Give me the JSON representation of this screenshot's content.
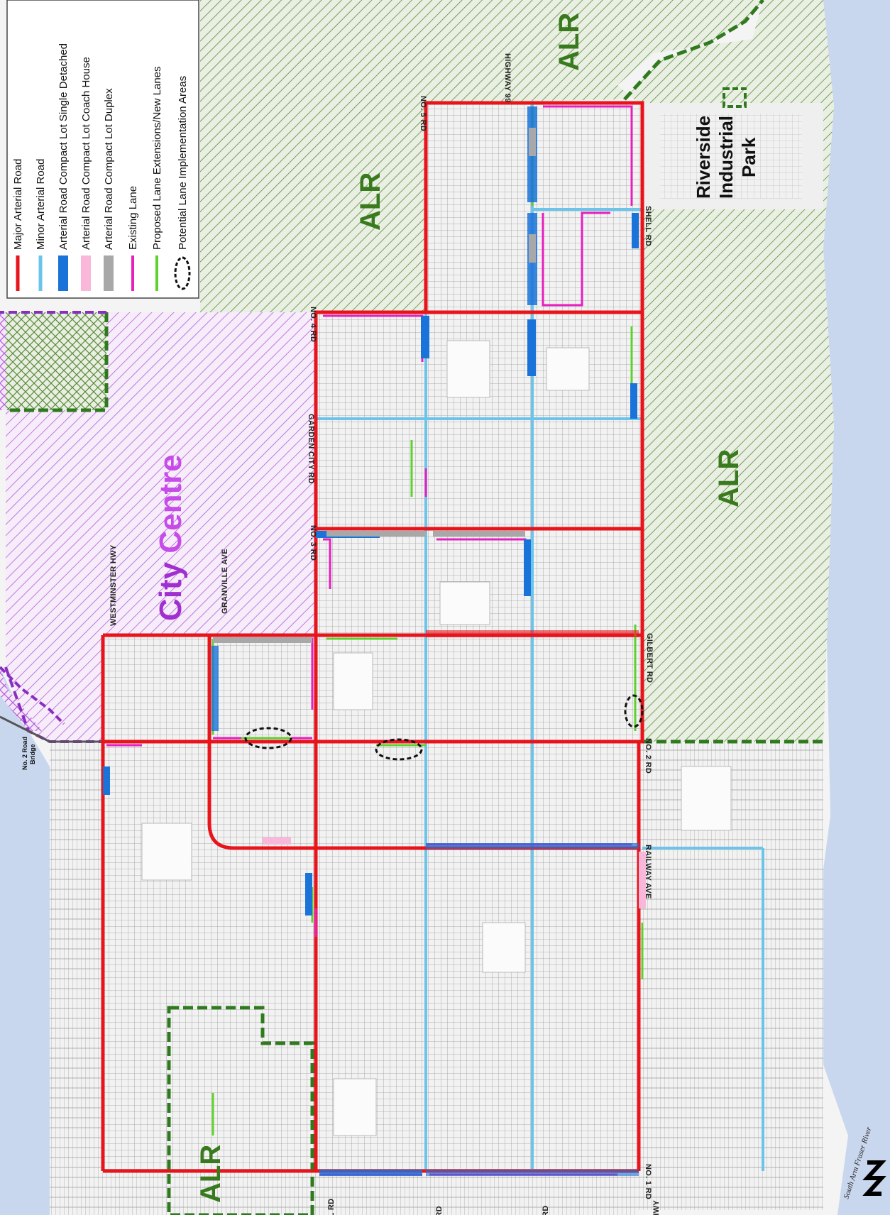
{
  "legend": {
    "items": [
      {
        "label": "Major Arterial Road",
        "color": "#e8141c",
        "kind": "line"
      },
      {
        "label": "Minor Arterial Road",
        "color": "#6cc4ea",
        "kind": "line"
      },
      {
        "label": "Arterial Road Compact Lot Single Detached",
        "color": "#1a73d9",
        "kind": "box"
      },
      {
        "label": "Arterial Road Compact Lot Coach House",
        "color": "#f9b8d9",
        "kind": "box"
      },
      {
        "label": "Arterial Road Compact Lot Duplex",
        "color": "#a8a8a8",
        "kind": "box"
      },
      {
        "label": "Existing Lane",
        "color": "#e61fbf",
        "kind": "line"
      },
      {
        "label": "Proposed Lane Extensions/New Lanes",
        "color": "#5fd12e",
        "kind": "line"
      },
      {
        "label": "Potential Lane Implementation Areas",
        "color": "#111111",
        "kind": "ellipse"
      }
    ]
  },
  "areas": {
    "alr_top": "ALR",
    "alr_middle": "ALR",
    "alr_right": "ALR",
    "alr_bottom": "ALR",
    "city_centre_a": "City ",
    "city_centre_b": "Centre",
    "riverside_1": "Riverside",
    "riverside_2": "Industrial",
    "riverside_3": "Park"
  },
  "roads": {
    "highway_99": "HIGHWAY 99",
    "no5": "NO. 5 RD",
    "no4": "NO. 4 RD",
    "no3": "NO. 3 RD",
    "no2": "NO. 2 RD",
    "no1": "NO. 1 RD",
    "shell": "SHELL RD",
    "garden_city": "GARDEN CITY RD",
    "gilbert": "GILBERT RD",
    "railway": "RAILWAY AVE",
    "westminster": "WESTMINSTER HWY",
    "granville": "GRANVILLE AVE",
    "blundell": "BLUNDELL RD",
    "francis": "FRANCIS RD",
    "williams": "WILLIAMS RD",
    "steveston": "STEVESTON HWY"
  },
  "landmarks": {
    "bridge_1": "No. 2 Road",
    "bridge_2": "Bridge",
    "river": "South Arm Fraser River"
  },
  "colors": {
    "major": "#e8141c",
    "minor": "#6cc4ea",
    "alr": "#5a8a3a",
    "alr_border": "#2f7a1e",
    "city": "#b35ed6",
    "water": "#c9d7ee",
    "existing_lane": "#e61fbf",
    "proposed_lane": "#5fd12e"
  }
}
